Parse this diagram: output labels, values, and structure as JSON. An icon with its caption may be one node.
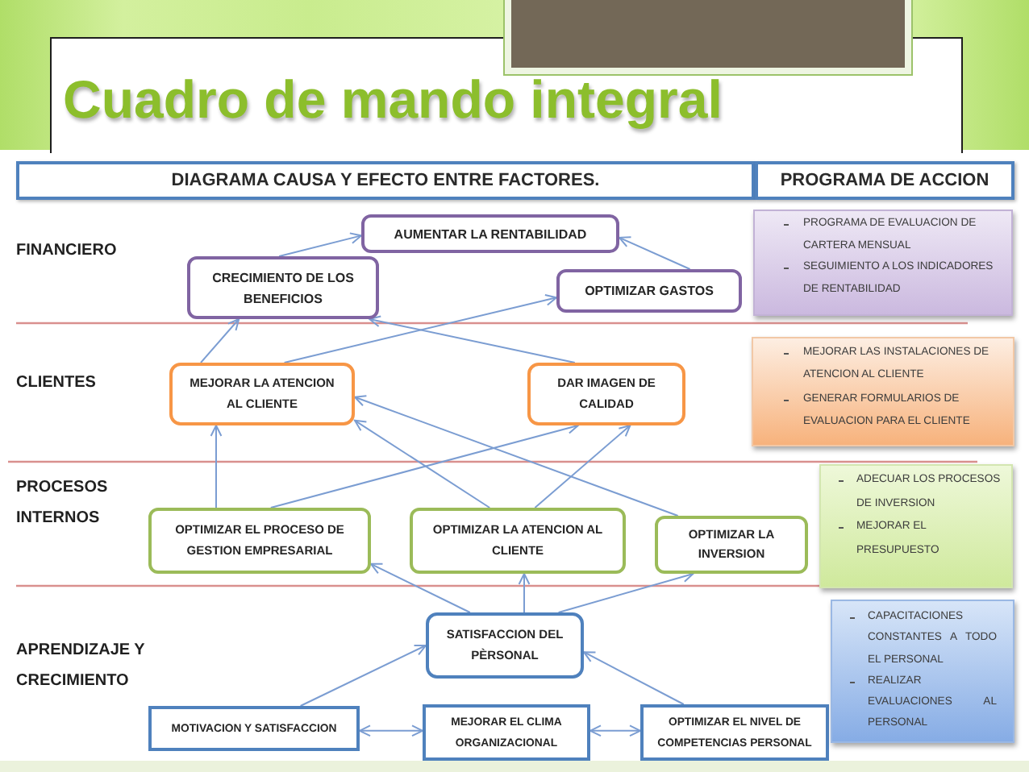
{
  "diagram": {
    "title": "Cuadro de mando integral",
    "nodes": [
      {
        "text": [
          "DIAGRAMA CAUSA Y EFECTO ENTRE FACTORES."
        ]
      },
      {
        "text": [
          "PROGRAMA DE ACCION"
        ]
      },
      {
        "text": [
          "AUMENTAR LA RENTABILIDAD"
        ]
      },
      {
        "text": [
          "CRECIMIENTO DE LOS BENEFICIOS"
        ]
      },
      {
        "text": [
          "OPTIMIZAR GASTOS"
        ]
      },
      {
        "text": [
          "PROGRAMA DE EVALUACION DE CARTERA MENSUAL",
          "SEGUIMIENTO A LOS INDICADORES DE RENTABILIDAD"
        ]
      },
      {
        "text": [
          "MEJORAR LA ATENCION AL CLIENTE"
        ]
      },
      {
        "text": [
          "DAR IMAGEN DE CALIDAD"
        ]
      },
      {
        "text": [
          "MEJORAR LAS INSTALACIONES DE ATENCION AL CLIENTE",
          "GENERAR FORMULARIOS DE EVALUACION PARA EL CLIENTE"
        ]
      },
      {
        "text": [
          "OPTIMIZAR EL PROCESO DE GESTION EMPRESARIAL"
        ]
      },
      {
        "text": [
          "OPTIMIZAR LA ATENCION AL CLIENTE"
        ]
      },
      {
        "text": [
          "OPTIMIZAR LA INVERSION"
        ]
      },
      {
        "text": [
          "ADECUAR LOS PROCESOS DE INVERSION",
          "MEJORAR EL PRESUPUESTO"
        ]
      },
      {
        "text": [
          "SATISFACCION DEL PÈRSONAL"
        ]
      },
      {
        "text": [
          "CAPACITACIONES CONSTANTES A TODO EL PERSONAL",
          "REALIZAR EVALUACIONES AL PERSONAL"
        ]
      },
      {
        "text": [
          "MOTIVACION Y SATISFACCION"
        ]
      },
      {
        "text": [
          "MEJORAR EL CLIMA ORGANIZACIONAL"
        ]
      },
      {
        "text": [
          "OPTIMIZAR EL NIVEL DE COMPETENCIAS PERSONAL"
        ]
      }
    ],
    "edges": [
      {
        "from": 3,
        "to": 2,
        "arrow": "to"
      },
      {
        "from": 4,
        "to": 2,
        "arrow": "to"
      },
      {
        "from": 6,
        "to": 3,
        "arrow": "to"
      },
      {
        "from": 7,
        "to": 3,
        "arrow": "to"
      },
      {
        "from": 6,
        "to": 4,
        "arrow": "to"
      },
      {
        "from": 9,
        "to": 6,
        "arrow": "to"
      },
      {
        "from": 10,
        "to": 6,
        "arrow": "to"
      },
      {
        "from": 11,
        "to": 6,
        "arrow": "to"
      },
      {
        "from": 9,
        "to": 7,
        "arrow": "to"
      },
      {
        "from": 10,
        "to": 7,
        "arrow": "to"
      },
      {
        "from": 13,
        "to": 9,
        "arrow": "to"
      },
      {
        "from": 13,
        "to": 10,
        "arrow": "to"
      },
      {
        "from": 13,
        "to": 11,
        "arrow": "to"
      },
      {
        "from": 15,
        "to": 13,
        "arrow": "to"
      },
      {
        "from": 15,
        "to": 16,
        "arrow": "both"
      },
      {
        "from": 16,
        "to": 17,
        "arrow": "both"
      },
      {
        "from": 17,
        "to": 13,
        "arrow": "to"
      }
    ],
    "labels": [
      "FINANCIERO",
      "CLIENTES",
      "PROCESOS INTERNOS",
      "APRENDIZAJE Y CRECIMIENTO"
    ]
  }
}
